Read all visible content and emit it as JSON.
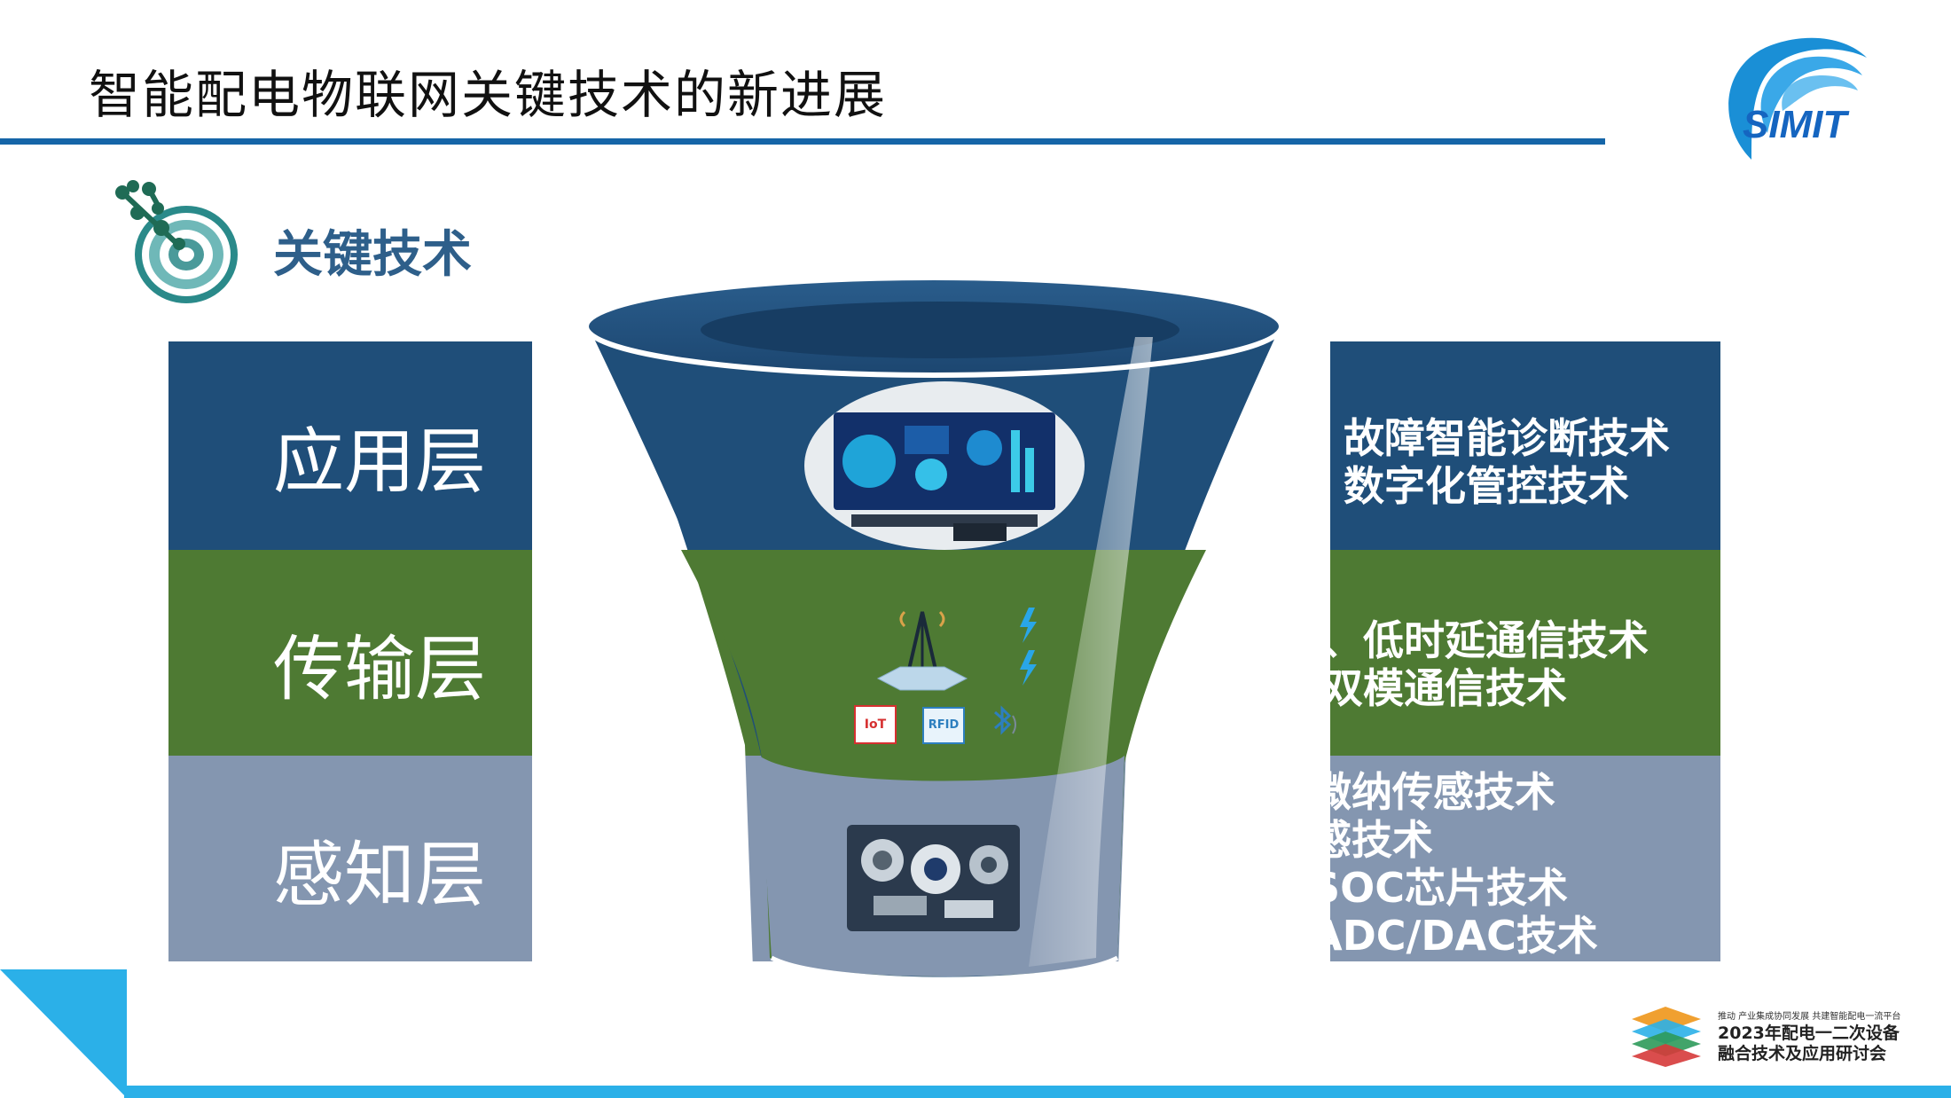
{
  "slide": {
    "title": "智能配电物联网关键技术的新进展",
    "logo_text": "SIMIT"
  },
  "section": {
    "title": "关键技术",
    "icon": "target-icon"
  },
  "layers": [
    {
      "label": "应用层",
      "techs": [
        "故障智能诊断技术",
        "数字化管控技术"
      ],
      "color": "#1f4e79"
    },
    {
      "label": "传输层",
      "techs": [
        "高速率、低时延通信技术",
        "高可靠双模通信技术"
      ],
      "color": "#4e7a33"
    },
    {
      "label": "感知层",
      "techs": [
        "低功耗微纳传感技术",
        "柔性传感技术",
        "多功能SOC芯片技术",
        "高性能ADC/DAC技术"
      ],
      "color": "#8496b0"
    }
  ],
  "funnel_icons": [
    "control-room-image",
    "signal-tower-icon",
    "iot-icon",
    "rfid-icon",
    "bluetooth-icon",
    "sensor-image"
  ],
  "rfid_label": "RFID",
  "iot_label": "IoT",
  "event": {
    "line1": "推动   产业集成协同发展  共建智能配电一流平台",
    "line2": "2023年配电一二次设备",
    "line3": "融合技术及应用研讨会"
  },
  "colors": {
    "title_rule": "#1565a8",
    "accent_cyan": "#2bb0e8",
    "section_title": "#2e5f8a"
  }
}
